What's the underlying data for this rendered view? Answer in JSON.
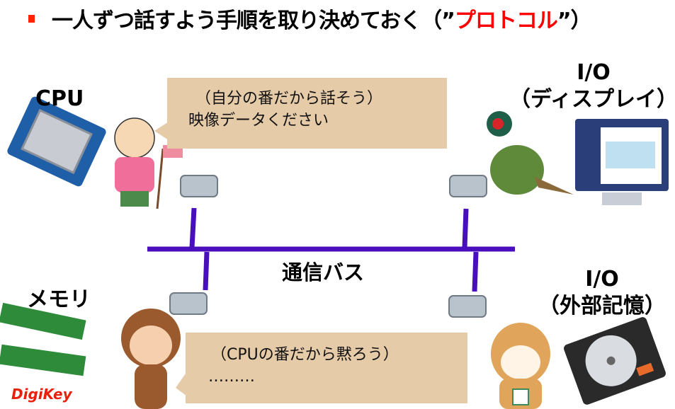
{
  "title": {
    "prefix": "一人ずつ話すよう手順を取り決めておく（”",
    "highlight": "プロトコル",
    "suffix": "”）"
  },
  "nodes": {
    "cpu": "CPU",
    "memory": "メモリ",
    "io_display_line1": "I/O",
    "io_display_line2": "（ディスプレイ）",
    "io_storage_line1": "I/O",
    "io_storage_line2": "（外部記憶）"
  },
  "bus_label": "通信バス",
  "bubbles": {
    "cpu_line1": "（自分の番だから話そう）",
    "cpu_line2": "映像データください",
    "memory_line1": "（CPUの番だから黙ろう）",
    "memory_line2": "………"
  },
  "logo": "DigiKey",
  "colors": {
    "bus": "#4a0fbd",
    "bubble": "#e6cba8",
    "accent": "#ff0000"
  }
}
